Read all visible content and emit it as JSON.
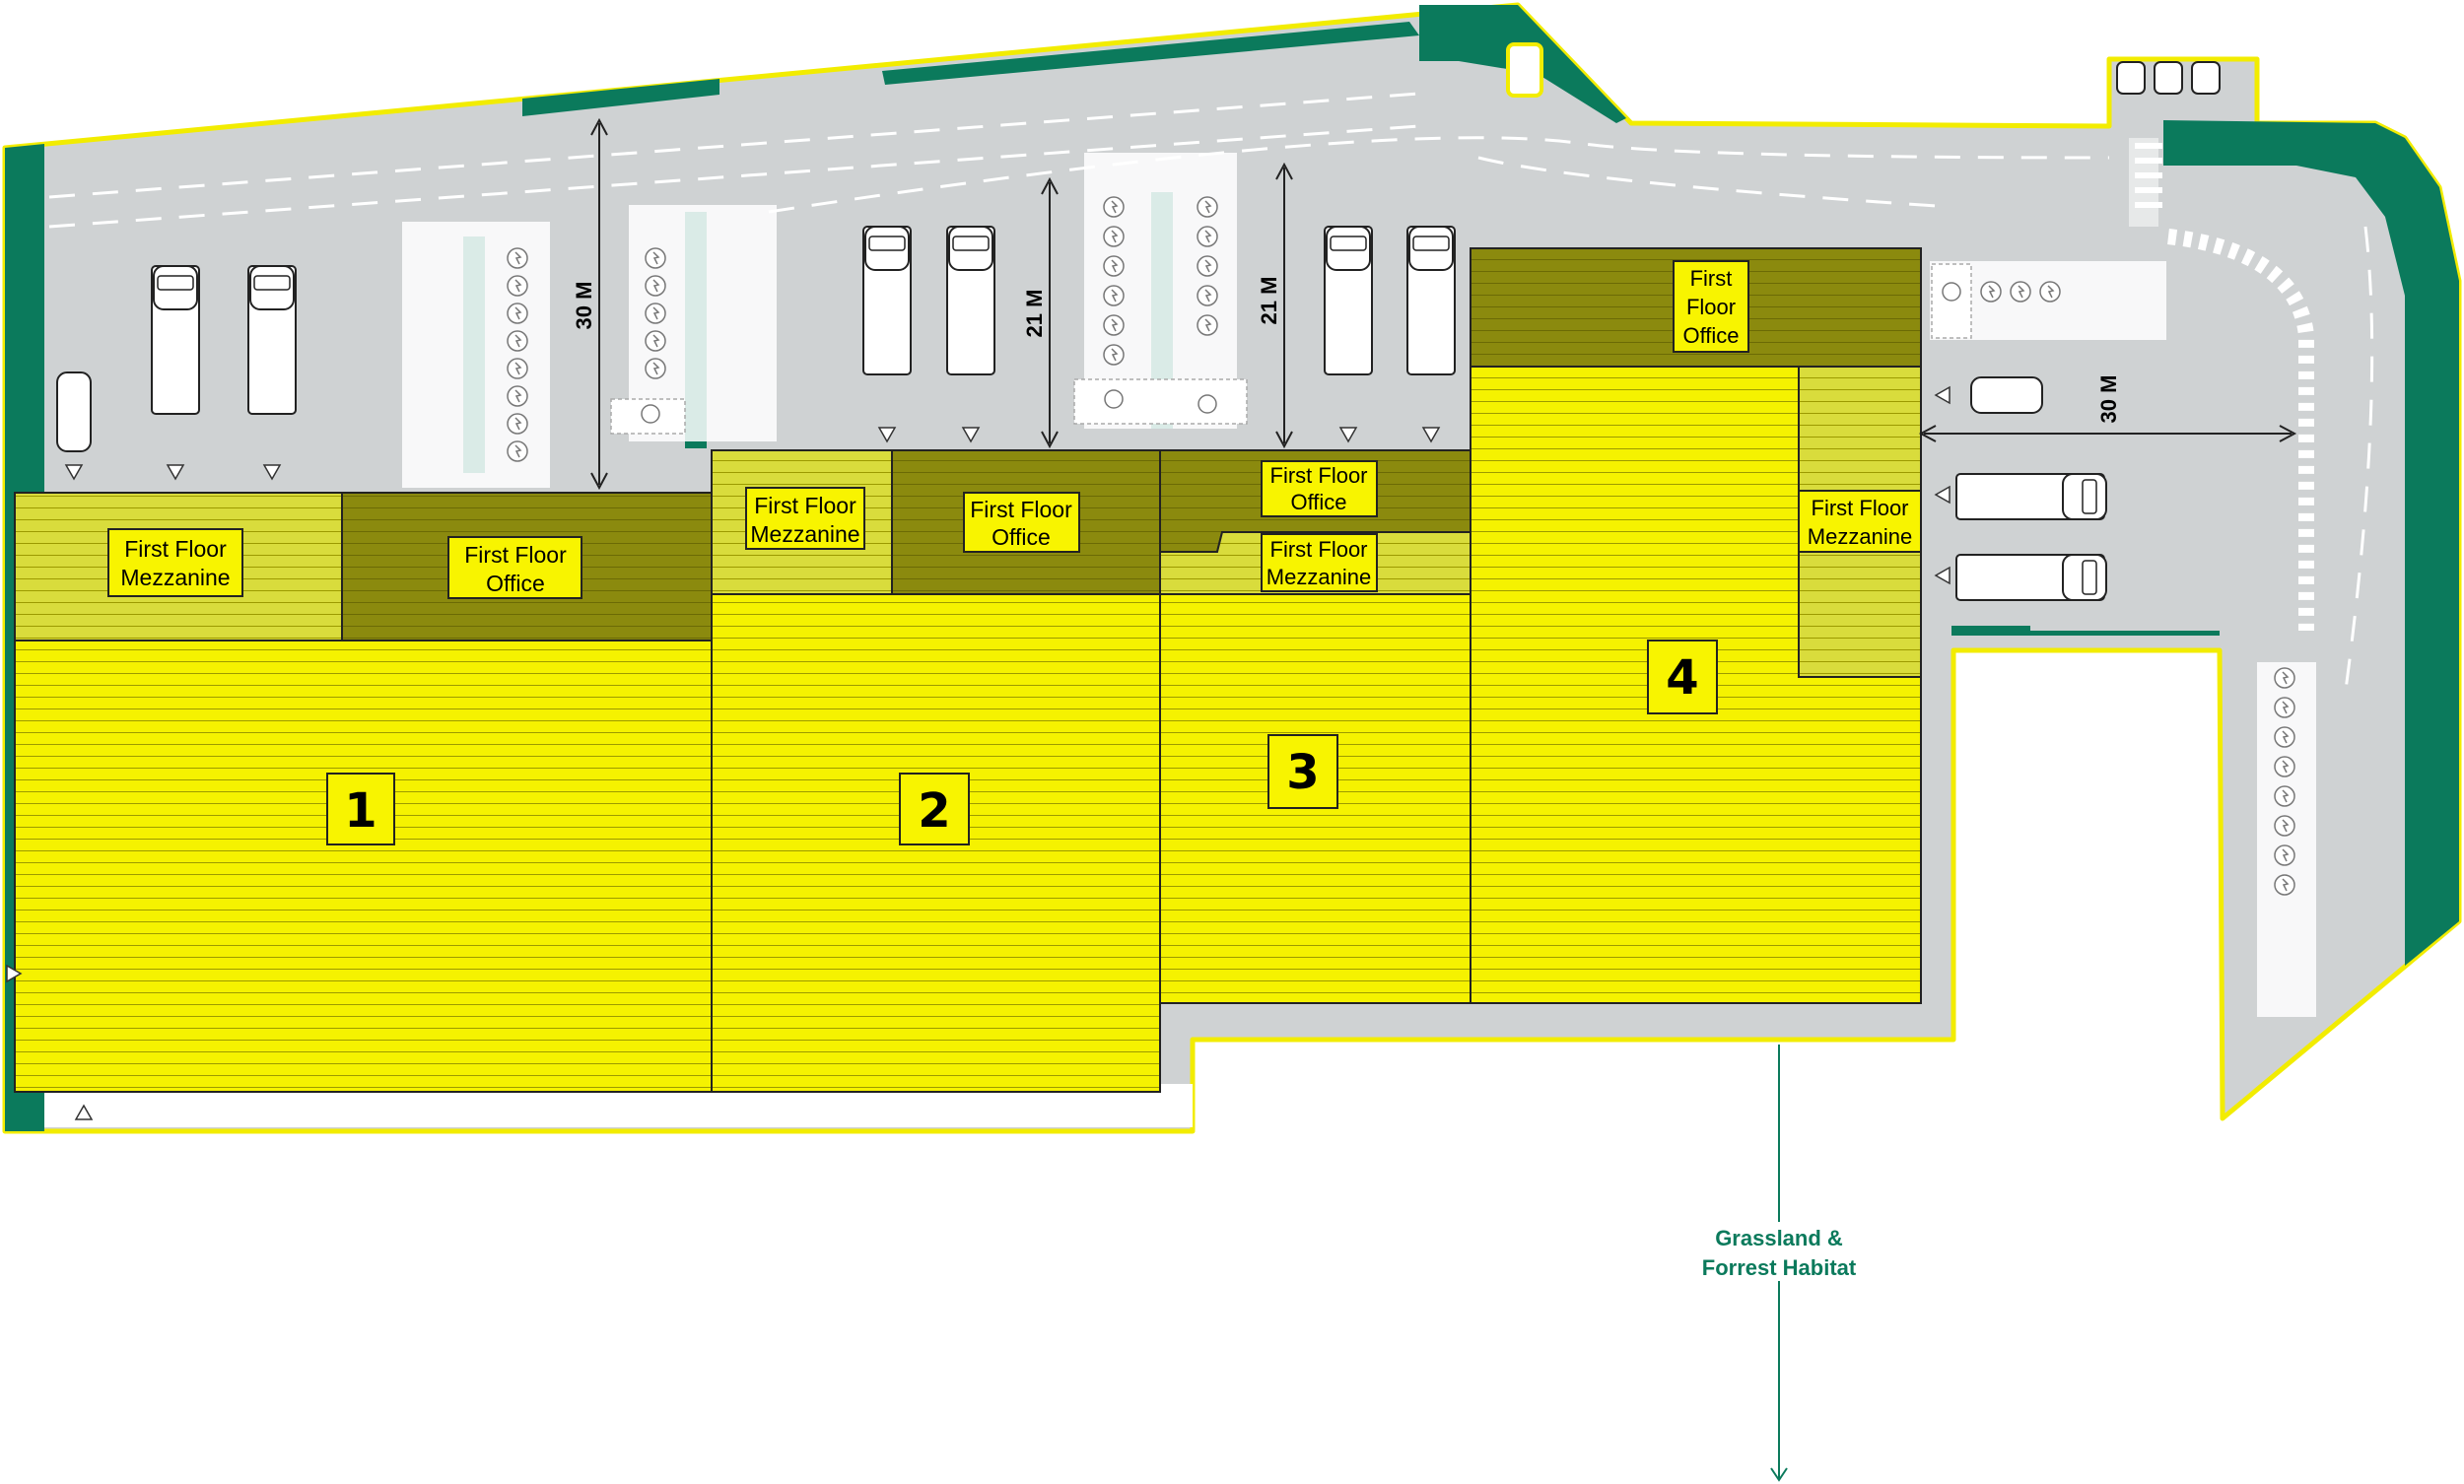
{
  "colors": {
    "road": "#cfd2d3",
    "unit_yellow": "#f5f200",
    "mezzanine": "#d9dc3c",
    "office": "#8b8a0e",
    "green": "#0b7a5c",
    "site_outline": "#f2ec00",
    "label_bg": "#f8f400",
    "habitat_text": "#0b7a5c"
  },
  "units": [
    {
      "number": "1"
    },
    {
      "number": "2"
    },
    {
      "number": "3"
    },
    {
      "number": "4"
    }
  ],
  "labels": {
    "u1_mezz": [
      "First Floor",
      "Mezzanine"
    ],
    "u1_office": [
      "First Floor",
      "Office"
    ],
    "u2_mezz": [
      "First Floor",
      "Mezzanine"
    ],
    "u2_office": [
      "First Floor",
      "Office"
    ],
    "u3_office": [
      "First Floor",
      "Office"
    ],
    "u3_mezz": [
      "First Floor",
      "Mezzanine"
    ],
    "u4_office": [
      "First",
      "Floor",
      "Office"
    ],
    "u4_mezz": [
      "First Floor",
      "Mezzanine"
    ]
  },
  "dimensions": {
    "yard_1": "30 M",
    "yard_2": "21 M",
    "yard_3": "21 M",
    "yard_4": "30 M"
  },
  "habitat": [
    "Grassland &",
    "Forrest Habitat"
  ],
  "icons": [
    "ev-charging-icon",
    "accessible-parking-icon",
    "bicycle-icon",
    "truck-icon",
    "car-icon",
    "loading-door-icon",
    "dimension-arrow-icon"
  ]
}
